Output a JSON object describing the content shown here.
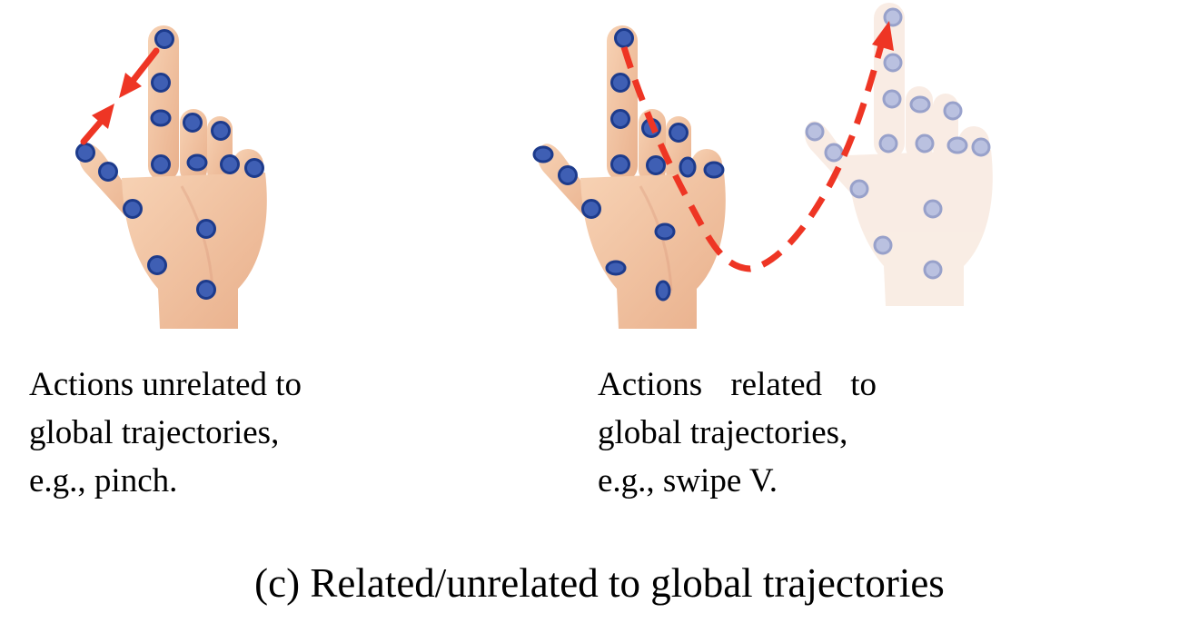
{
  "panels": {
    "left": {
      "caption_lines": [
        "Actions unrelated to",
        "global trajectories,",
        "e.g., pinch."
      ]
    },
    "right": {
      "caption_lines": [
        "Actions related to",
        "global trajectories,",
        "e.g., swipe V."
      ]
    }
  },
  "subfigure_caption": "(c) Related/unrelated to global trajectories",
  "colors": {
    "skin": "#f2c4a2",
    "skin_shadow": "#e3a582",
    "keypoint_fill": "#3f5fb4",
    "keypoint_stroke": "#1d3b8c",
    "ghost_keypoint_fill": "#b4bde0",
    "ghost_keypoint_stroke": "#8e99c8",
    "trajectory_arrow": "#ee3524"
  }
}
